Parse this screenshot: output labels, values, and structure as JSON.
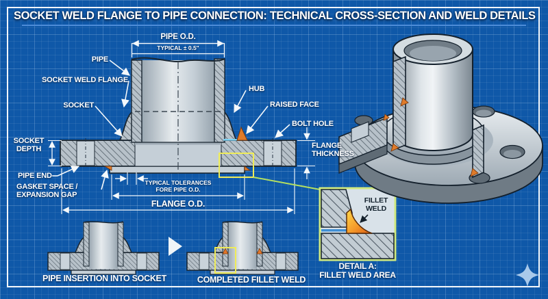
{
  "title": "SOCKET WELD FLANGE TO PIPE CONNECTION: TECHNICAL CROSS-SECTION AND WELD DETAILS",
  "cross_section": {
    "dim_pipe_od": "PIPE O.D.",
    "dim_pipe_od_tol": "TYPICAL ± 0.5\"",
    "labels": {
      "pipe": "PIPE",
      "socket_weld_flange": "SOCKET WELD FLANGE",
      "socket": "SOCKET",
      "socket_depth": [
        "SOCKET",
        "DEPTH"
      ],
      "pipe_end": "PIPE END",
      "gasket_space": [
        "GASKET SPACE /",
        "EXPANSION GAP"
      ],
      "hub": "HUB",
      "raised_face": "RAISED FACE",
      "bolt_hole": "BOLT HOLE",
      "flange_thickness": [
        "FLANGE",
        "THICKNESS"
      ]
    },
    "dim_tolerances": [
      "TYPICAL TOLERANCES",
      "FORE PIPE O.D."
    ],
    "dim_flange_od": "FLANGE O.D."
  },
  "detail_inset": {
    "weld_label": [
      "FILLET",
      "WELD"
    ],
    "caption": [
      "DETAIL A:",
      "FILLET WELD AREA"
    ]
  },
  "steps": {
    "step1_caption": "PIPE INSERTION INTO SOCKET",
    "step2_caption": "COMPLETED FILLET WELD"
  },
  "colors": {
    "background_blue": "#0f58a8",
    "line_white": "#f4f8fb",
    "weld_orange": "#e07b2a",
    "weld_yellow": "#ffd84a",
    "callout_yellow": "#efec58",
    "detail_border": "#cfe87f",
    "connector_green": "#b5e060",
    "gasket_blue": "#56a8e8",
    "metal_light": "#ccd6de",
    "star_blue": "#a9c9ea"
  },
  "icons": {
    "step_arrow": "right-triangle-arrow",
    "corner_sparkle": "four-point-star"
  }
}
